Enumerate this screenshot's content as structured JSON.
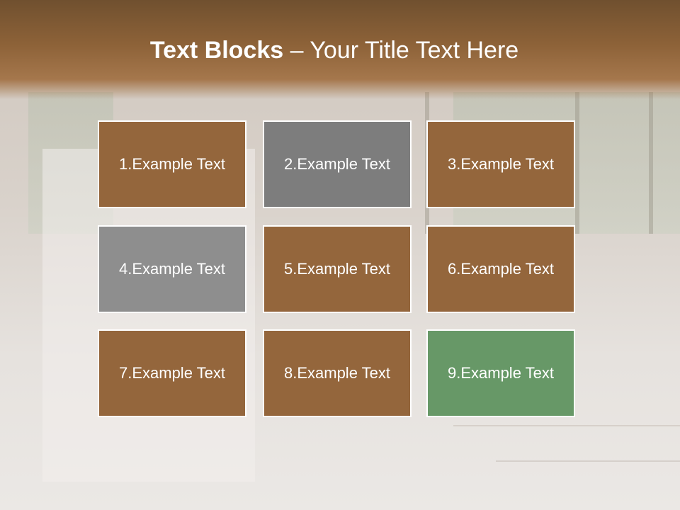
{
  "title": {
    "bold": "Text Blocks",
    "separator": " – ",
    "rest": "Your Title Text Here"
  },
  "colors": {
    "header": "#8d6238",
    "brown_block": "#94663c",
    "gray_dark_block": "#7d7d7d",
    "gray_light_block": "#8e8e8e",
    "green_block": "#679867"
  },
  "blocks": [
    {
      "label": "1.Example Text",
      "color": "#94663c"
    },
    {
      "label": "2.Example Text",
      "color": "#7d7d7d"
    },
    {
      "label": "3.Example Text",
      "color": "#94663c"
    },
    {
      "label": "4.Example Text",
      "color": "#8e8e8e"
    },
    {
      "label": "5.Example Text",
      "color": "#94663c"
    },
    {
      "label": "6.Example Text",
      "color": "#94663c"
    },
    {
      "label": "7.Example Text",
      "color": "#94663c"
    },
    {
      "label": "8.Example Text",
      "color": "#94663c"
    },
    {
      "label": "9.Example Text",
      "color": "#679867"
    }
  ]
}
